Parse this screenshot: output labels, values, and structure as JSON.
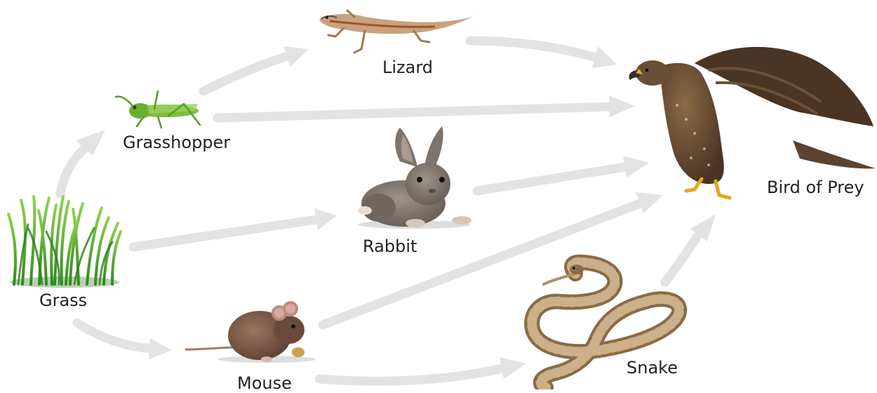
{
  "colors": {
    "arrow": "#e3e3e3",
    "background": "#ffffff",
    "text": "#222222"
  },
  "organisms": {
    "grass": "Grass",
    "grasshopper": "Grasshopper",
    "lizard": "Lizard",
    "rabbit": "Rabbit",
    "mouse": "Mouse",
    "snake": "Snake",
    "bird": "Bird of Prey"
  },
  "links": [
    {
      "from": "grass",
      "to": "grasshopper"
    },
    {
      "from": "grass",
      "to": "rabbit"
    },
    {
      "from": "grass",
      "to": "mouse"
    },
    {
      "from": "grasshopper",
      "to": "lizard"
    },
    {
      "from": "grasshopper",
      "to": "bird"
    },
    {
      "from": "lizard",
      "to": "bird"
    },
    {
      "from": "rabbit",
      "to": "bird"
    },
    {
      "from": "mouse",
      "to": "bird"
    },
    {
      "from": "mouse",
      "to": "snake"
    },
    {
      "from": "snake",
      "to": "bird"
    }
  ]
}
